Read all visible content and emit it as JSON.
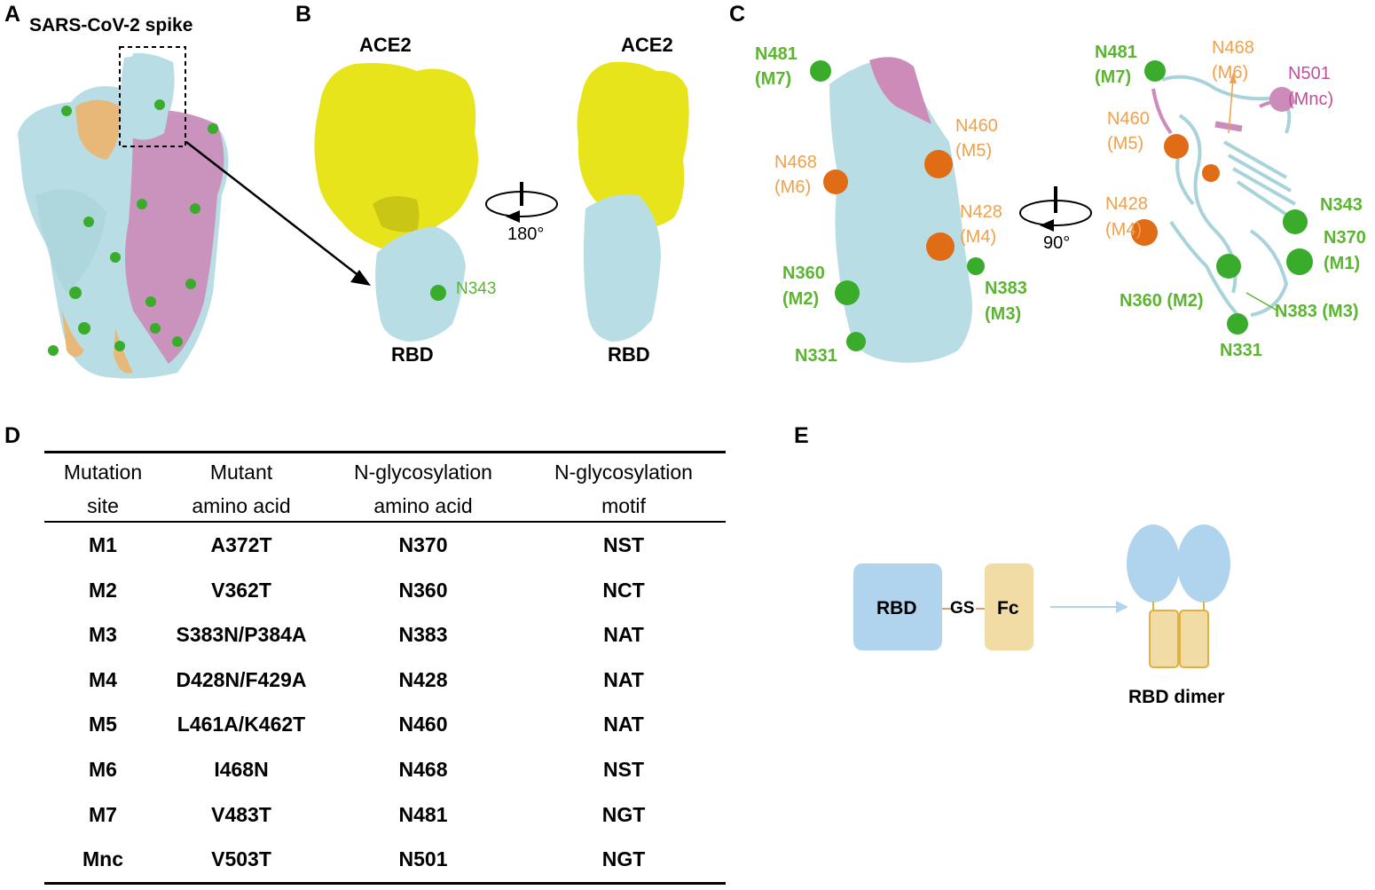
{
  "panels": {
    "a": "A",
    "b": "B",
    "c": "C",
    "d": "D",
    "e": "E"
  },
  "panel_a": {
    "title": "SARS-CoV-2 spike"
  },
  "panel_b": {
    "ace2_left": "ACE2",
    "ace2_right": "ACE2",
    "rbd_left": "RBD",
    "rbd_right": "RBD",
    "site": "N343",
    "rotation": "180°"
  },
  "panel_c": {
    "rotation": "90°",
    "left": {
      "n481": "N481",
      "m7": "(M7)",
      "n468": "N468",
      "m6": "(M6)",
      "n460": "N460",
      "m5": "(M5)",
      "n428": "N428",
      "m4": "(M4)",
      "n360": "N360",
      "m2": "(M2)",
      "n383": "N383",
      "m3": "(M3)",
      "n331": "N331"
    },
    "right": {
      "n481": "N481",
      "m7": "(M7)",
      "n468": "N468",
      "m6": "(M6)",
      "n501": "N501",
      "mnc": "(Mnc)",
      "n460": "N460",
      "m5": "(M5)",
      "n428": "N428",
      "m4": "(M4)",
      "n343": "N343",
      "n370": "N370",
      "m1": "(M1)",
      "n360m2": "N360 (M2)",
      "n383m3": "N383 (M3)",
      "n331": "N331"
    }
  },
  "table": {
    "headers": [
      [
        "Mutation",
        "site"
      ],
      [
        "Mutant",
        "amino acid"
      ],
      [
        "N-glycosylation",
        "amino acid"
      ],
      [
        "N-glycosylation",
        "motif"
      ]
    ],
    "rows": [
      [
        "M1",
        "A372T",
        "N370",
        "NST"
      ],
      [
        "M2",
        "V362T",
        "N360",
        "NCT"
      ],
      [
        "M3",
        "S383N/P384A",
        "N383",
        "NAT"
      ],
      [
        "M4",
        "D428N/F429A",
        "N428",
        "NAT"
      ],
      [
        "M5",
        "L461A/K462T",
        "N460",
        "NAT"
      ],
      [
        "M6",
        "I468N",
        "N468",
        "NST"
      ],
      [
        "M7",
        "V483T",
        "N481",
        "NGT"
      ],
      [
        "Mnc",
        "V503T",
        "N501",
        "NGT"
      ]
    ]
  },
  "panel_e": {
    "rbd": "RBD",
    "gs": "GS",
    "fc": "Fc",
    "dimer": "RBD dimer"
  },
  "colors": {
    "rbd_blue": "#b8dde4",
    "ace2_yellow": "#e8e41c",
    "glycan_green": "#3aac2c",
    "mutant_orange": "#e06c16",
    "pink": "#cc8bb8",
    "tan": "#e8b878",
    "e_blue": "#b0d4ee",
    "e_tan": "#f0dca4",
    "label_green": "#5cb531",
    "label_orange": "#f0a04a",
    "label_pink": "#c0509a"
  }
}
